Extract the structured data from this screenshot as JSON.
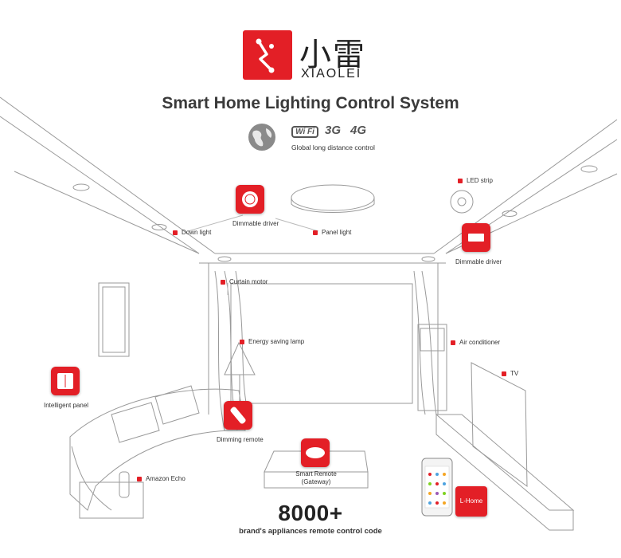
{
  "brand": {
    "name_cn": "小雷",
    "name_en": "XIAOLEI",
    "color": "#e31f26"
  },
  "header": {
    "title": "Smart Home Lighting Control System",
    "connectivity": {
      "wifi_label": "Wi Fi",
      "network_3g": "3G",
      "network_4g": "4G",
      "caption": "Global long distance control"
    }
  },
  "labels": {
    "down_light": "Down light",
    "dimmable_driver_ceiling": "Dimmable driver",
    "panel_light": "Panel light",
    "led_strip": "LED strip",
    "dimmable_driver_right": "Dimmable driver",
    "curtain_motor": "Curtain motor",
    "energy_saving_lamp": "Energy saving lamp",
    "air_conditioner": "Air conditioner",
    "tv": "TV",
    "intelligent_panel": "Intelligent panel",
    "dimming_remote": "Dimming remote",
    "amazon_echo": "Amazon Echo",
    "smart_remote_line1": "Smart Remote",
    "smart_remote_line2": "(Gateway)",
    "app_name": "L-Home"
  },
  "footer": {
    "count": "8000+",
    "caption": "brand's appliances remote control code"
  }
}
